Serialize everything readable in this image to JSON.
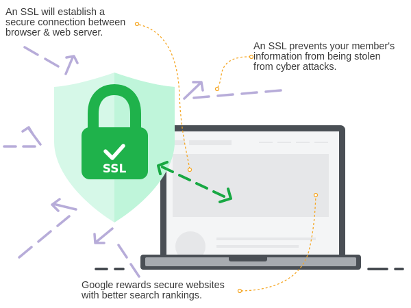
{
  "captions": {
    "connection": [
      "An SSL will establish a",
      "secure connection between",
      "browser & web server."
    ],
    "protection": [
      "An SSL prevents your member's",
      "information from being stolen",
      "from cyber attacks."
    ],
    "seo": [
      "Google rewards secure websites",
      "with better search rankings."
    ]
  },
  "lock": {
    "label": "SSL"
  },
  "colors": {
    "shield_light": "#d6f8e8",
    "shield_mid": "#bff5da",
    "lock_green": "#1fb24b",
    "arrow_green": "#18a843",
    "attack_purple": "#b7acd9",
    "annotation_orange": "#f5a623",
    "laptop_frame": "#4a4f55",
    "laptop_shell": "#a7abb0",
    "screen_bg": "#f4f5f6",
    "screen_content": "#e6e7e9"
  },
  "icons": [
    "shield-icon",
    "padlock-icon",
    "checkmark-icon",
    "laptop-icon",
    "double-arrow-icon",
    "attack-arrow-icon"
  ]
}
